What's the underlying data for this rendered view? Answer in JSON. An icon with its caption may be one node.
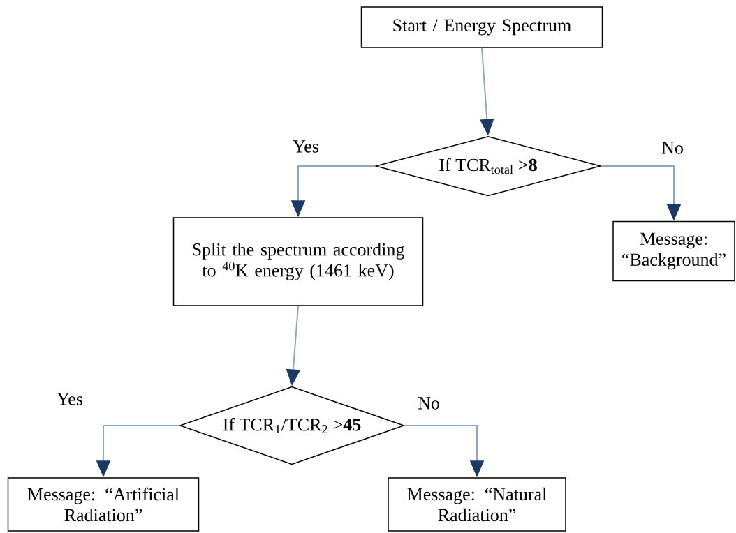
{
  "diagram": {
    "nodes": [
      {
        "text": [
          "Start / Energy Spectrum"
        ]
      },
      {
        "text": [
          "If TCR$_{total}$ >**8**"
        ]
      },
      {
        "text": [
          "Split the spectrum according to $^{40}$K energy (1461 keV)"
        ]
      },
      {
        "text": [
          "Message: “Background”"
        ]
      },
      {
        "text": [
          "If TCR$_{1}$/TCR$_{2}$ >**45**"
        ]
      },
      {
        "text": [
          "Message: “Artificial Radiation”"
        ]
      },
      {
        "text": [
          "Message: “Natural Radiation”"
        ]
      }
    ],
    "edges": [
      {
        "from": 0,
        "to": 1,
        "arrow": "to"
      },
      {
        "from": 1,
        "to": 2,
        "arrow": "to",
        "label": "Yes"
      },
      {
        "from": 1,
        "to": 3,
        "arrow": "to",
        "label": "No"
      },
      {
        "from": 2,
        "to": 4,
        "arrow": "to"
      },
      {
        "from": 4,
        "to": 5,
        "arrow": "to",
        "label": "Yes"
      },
      {
        "from": 4,
        "to": 6,
        "arrow": "to",
        "label": "No"
      }
    ]
  }
}
